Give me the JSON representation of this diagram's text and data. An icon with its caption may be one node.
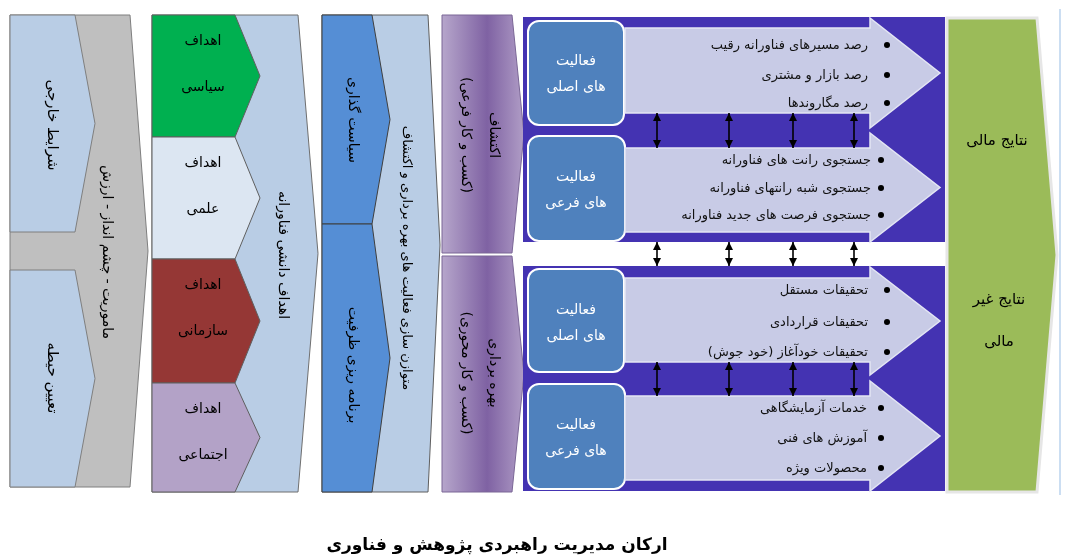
{
  "diagram": {
    "caption": "ارکان مدیریت راهبردی پژوهش و فناوری",
    "nodes": [
      {
        "text": [
          "ماموریت - چشم انداز - ارزش"
        ]
      },
      {
        "text": [
          "شرایط خارجی"
        ],
        "in": 0
      },
      {
        "text": [
          "تعیین حیطه"
        ],
        "in": 0
      },
      {
        "text": [
          "اهداف دانشی فناورانه"
        ]
      },
      {
        "text": [
          "اهداف سیاسی"
        ],
        "in": 3
      },
      {
        "text": [
          "اهداف علمی"
        ],
        "in": 3
      },
      {
        "text": [
          "اهداف سازمانی"
        ],
        "in": 3
      },
      {
        "text": [
          "اهداف اجتماعی"
        ],
        "in": 3
      },
      {
        "text": [
          "متوازن سازی فعالیت های بهره برداری و اکتشاف"
        ]
      },
      {
        "text": [
          "سیاست گذاری"
        ],
        "in": 8
      },
      {
        "text": [
          "برنامه ریزی ظرفیت"
        ],
        "in": 8
      },
      {
        "text": [
          "اکتشاف",
          "(کسب و کار فرعی)"
        ]
      },
      {
        "text": [
          "بهره برداری",
          "(کسب و کار محوری)"
        ]
      },
      {
        "text": [],
        "shape": "box"
      },
      {
        "text": [
          "فعالیت های اصلی"
        ],
        "in": 13
      },
      {
        "text": [
          "رصد مسیرهای فناورانه رقیب",
          "رصد بازار و مشتری",
          "رصد مگاروندها"
        ],
        "in": 13
      },
      {
        "text": [
          "فعالیت های فرعی"
        ],
        "in": 13
      },
      {
        "text": [
          "جستجوی رانت های فناورانه",
          "جستجوی شبه رانتهای فناورانه",
          "جستجوی فرصت های جدید فناورانه"
        ],
        "in": 13
      },
      {
        "text": [],
        "shape": "box"
      },
      {
        "text": [
          "فعالیت های اصلی"
        ],
        "in": 18
      },
      {
        "text": [
          "تحقیقات مستقل",
          "تحقیقات قراردادی",
          "تحقیقات خودآغاز (خود جوش)"
        ],
        "in": 18
      },
      {
        "text": [
          "فعالیت های فرعی"
        ],
        "in": 18
      },
      {
        "text": [
          "خدمات آزمایشگاهی",
          "آموزش های فنی",
          "محصولات ویژه"
        ],
        "in": 18
      },
      {
        "text": [
          "نتایج مالی",
          "نتایج غیر مالی"
        ]
      }
    ],
    "edges": [
      {
        "from": 15,
        "to": 17,
        "arrow": "both"
      },
      {
        "from": 15,
        "to": 17,
        "arrow": "both"
      },
      {
        "from": 15,
        "to": 17,
        "arrow": "both"
      },
      {
        "from": 15,
        "to": 17,
        "arrow": "both"
      },
      {
        "from": 13,
        "to": 18,
        "arrow": "both"
      },
      {
        "from": 13,
        "to": 18,
        "arrow": "both"
      },
      {
        "from": 13,
        "to": 18,
        "arrow": "both"
      },
      {
        "from": 13,
        "to": 18,
        "arrow": "both"
      },
      {
        "from": 20,
        "to": 22,
        "arrow": "both"
      },
      {
        "from": 20,
        "to": 22,
        "arrow": "both"
      },
      {
        "from": 20,
        "to": 22,
        "arrow": "both"
      },
      {
        "from": 20,
        "to": 22,
        "arrow": "both"
      }
    ]
  }
}
